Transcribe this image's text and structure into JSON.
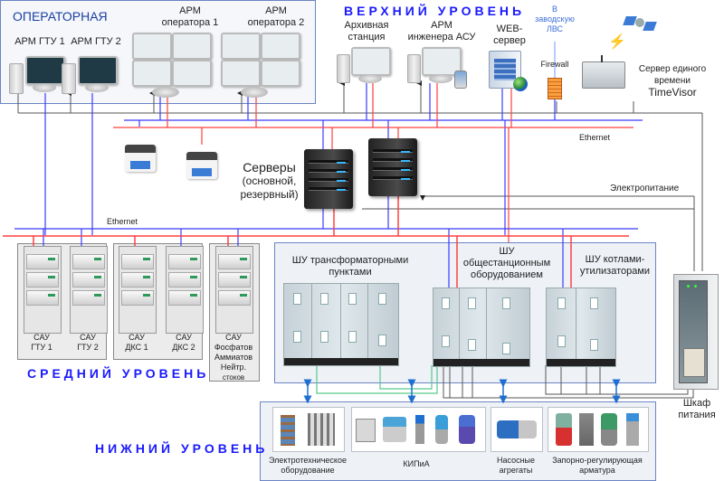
{
  "levels": {
    "upper": "ВЕРХНИЙ УРОВЕНЬ",
    "middle": "СРЕДНИЙ УРОВЕНЬ",
    "lower": "НИЖНИЙ УРОВЕНЬ"
  },
  "operator_room": {
    "title": "ОПЕРАТОРНАЯ",
    "workstations": [
      {
        "label": "АРМ ГТУ 1"
      },
      {
        "label": "АРМ ГТУ 2"
      },
      {
        "label": "АРМ\nоператора 1",
        "line1": "АРМ",
        "line2": "оператора 1"
      },
      {
        "label": "АРМ\nоператора 2",
        "line1": "АРМ",
        "line2": "оператора 2"
      }
    ]
  },
  "upper_nodes": {
    "archive": {
      "line1": "Архивная",
      "line2": "станция"
    },
    "engineer": {
      "line1": "АРМ",
      "line2": "инженера АСУ"
    },
    "web": {
      "line1": "WEB-",
      "line2": "сервер"
    },
    "lan": {
      "line1": "В",
      "line2": "заводскую",
      "line3": "ЛВС"
    },
    "firewall": "Firewall",
    "timeserver": {
      "line1": "Сервер единого",
      "line2": "времени",
      "line3": "TimeVisor"
    }
  },
  "network": {
    "ethernet_top": "Ethernet",
    "ethernet_bottom": "Ethernet",
    "power": "Электропитание"
  },
  "servers": {
    "line1": "Серверы",
    "line2": "(основной,",
    "line3": "резервный)"
  },
  "middle_level": {
    "controllers": [
      {
        "line1": "САУ",
        "line2": "ГТУ 1"
      },
      {
        "line1": "САУ",
        "line2": "ГТУ 2"
      },
      {
        "line1": "САУ",
        "line2": "ДКС 1"
      },
      {
        "line1": "САУ",
        "line2": "ДКС 2"
      },
      {
        "line1": "САУ",
        "line2": "Фосфатов",
        "line3": "Аммиатов",
        "line4": "Нейтр.",
        "line5": "стоков"
      }
    ],
    "switchboards": [
      {
        "line1": "ШУ трансформаторными",
        "line2": "пунктами"
      },
      {
        "line1": "ШУ",
        "line2": "общестанционным",
        "line3": "оборудованием"
      },
      {
        "line1": "ШУ котлами-",
        "line2": "утилизаторами"
      }
    ],
    "power_cabinet": {
      "line1": "Шкаф",
      "line2": "питания"
    }
  },
  "lower_level": {
    "groups": [
      {
        "line1": "Электротехническое",
        "line2": "оборудование"
      },
      {
        "line1": "КИПиА"
      },
      {
        "line1": "Насосные",
        "line2": "агрегаты"
      },
      {
        "line1": "Запорно-регулирующая",
        "line2": "арматура"
      }
    ]
  },
  "colors": {
    "ethernet_a": "#3b3bff",
    "ethernet_b": "#ff4040",
    "power": "#555555",
    "io_link": "#56c98a",
    "field_link": "#1f6fd1",
    "level_title": "#1a1aff",
    "panel_border": "#6b85c4"
  }
}
